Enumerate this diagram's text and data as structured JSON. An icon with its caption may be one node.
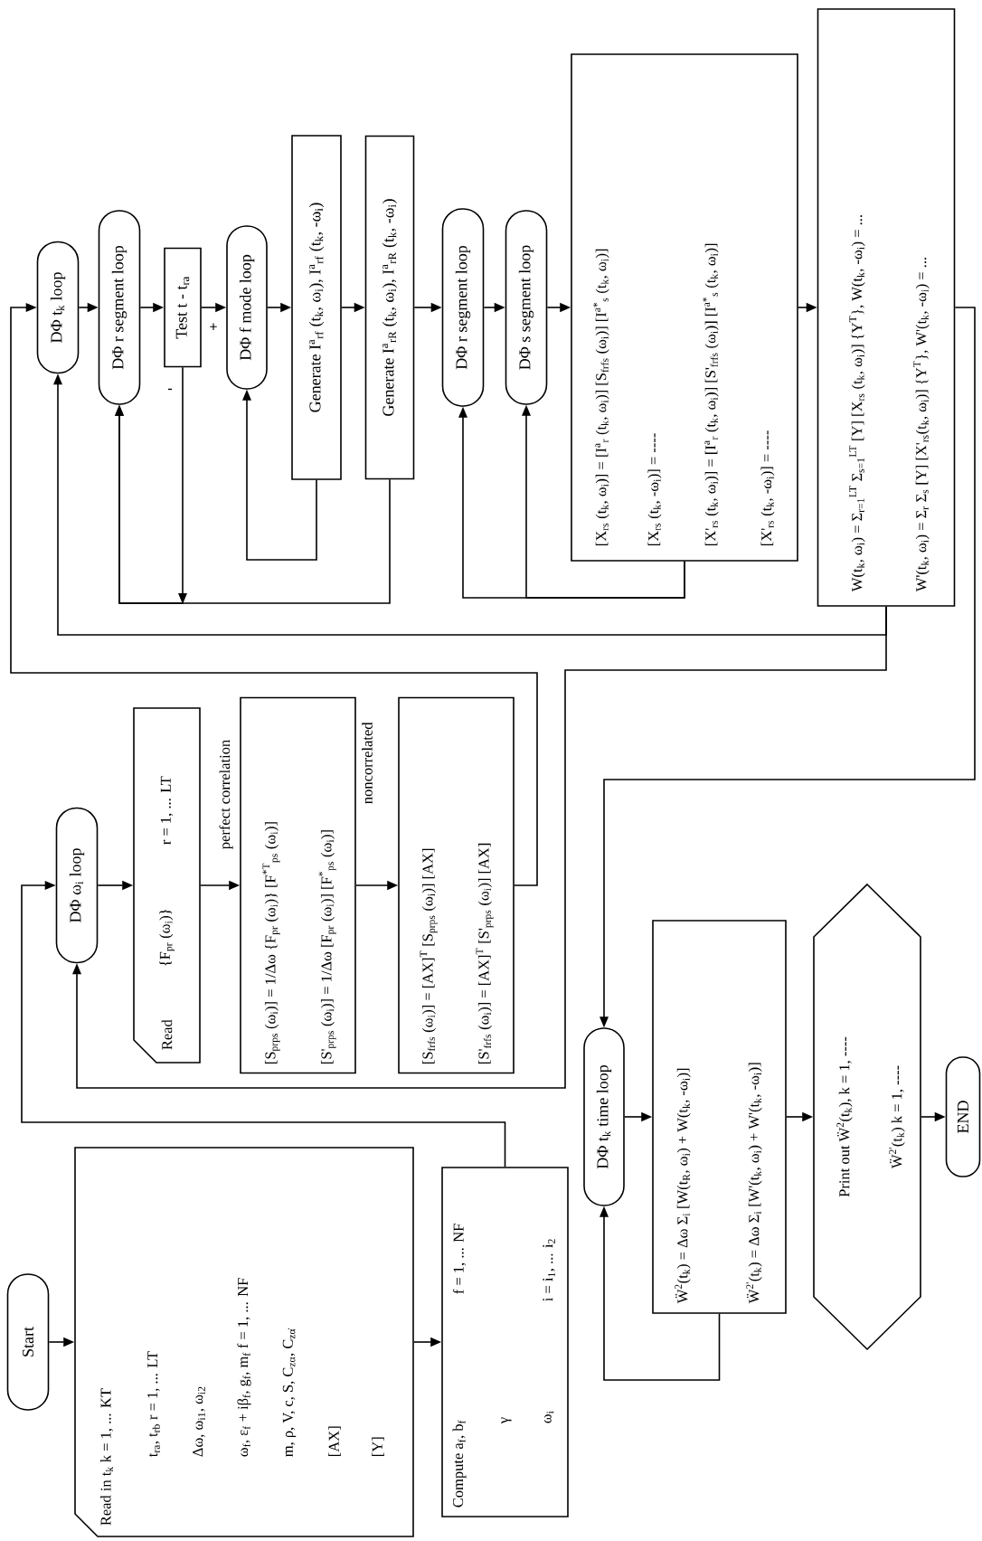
{
  "diagram": {
    "nodes": [
      {
        "text": [
          "Start"
        ]
      },
      {
        "text": [
          "Read in t$_{k}$ k = 1, ... KT",
          "t$_{ra}$, t$_{rb}$ r = 1, ... LT",
          "Δω, ω$_{i1}$, ω$_{i2}$",
          "ω$_{f}$, ε$_{f}$ + iβ$_{f}$, g$_{f}$, m$_{f}$ f = 1, ... NF",
          "m, ρ, V, c, S, C$_{zα}$, C$_{zα̇}$",
          "[AX]",
          "[Y]"
        ]
      },
      {
        "text": [
          "Compute a$_{f}$, b$_{f}$",
          "f = 1, ... NF",
          "γ",
          "ω$_{i}$",
          "i = i$_{1}$, ... i$_{2}$"
        ]
      },
      {
        "text": [
          "DΦ ω$_{i}$ loop"
        ]
      },
      {
        "text": [
          "Read",
          "{F$_{pr}$ (ω$_{i}$)}",
          "r = 1, ... LT"
        ]
      },
      {
        "text": [
          "[S$_{prps}$ (ω$_{i}$)] = 1/Δω {F$_{pr}$ (ω$_{i}$)} [F$^{*T}$$_{ps}$ (ω$_{i}$)]",
          "[S'$_{prps}$ (ω$_{i}$)] = 1/Δω [F$_{pr}$ (ω$_{i}$)] [F$^{*}$$_{ps}$ (ω$_{i}$)]"
        ],
        "beside": [
          "perfect correlation",
          "noncorrelated"
        ]
      },
      {
        "text": [
          "[S$_{frfs}$ (ω$_{i}$)] = [AX]$^{T}$ [S$_{prps}$ (ω$_{i}$)] [AX]",
          "[S'$_{frfs}$ (ω$_{i}$)] = [AX]$^{T}$ [S'$_{prps}$ (ω$_{i}$)] [AX]"
        ]
      },
      {
        "text": [
          "DΦ t$_{k}$ loop"
        ]
      },
      {
        "text": [
          "DΦ r segment loop"
        ]
      },
      {
        "text": [
          "Test t - t$_{ra}$"
        ]
      },
      {
        "text": [
          "DΦ f mode loop"
        ]
      },
      {
        "text": [
          "Generate I$^{a}$$_{rf}$ (t$_{k}$, ω$_{i}$), I$^{a}$$_{rf}$ (t$_{k}$, -ω$_{i}$)"
        ]
      },
      {
        "text": [
          "Generate I$^{a}$$_{rR}$ (t$_{k}$, ω$_{i}$), I$^{a}$$_{rR}$ (t$_{k}$, -ω$_{i}$)"
        ]
      },
      {
        "text": [
          "DΦ r segment loop"
        ]
      },
      {
        "text": [
          "DΦ s segment loop"
        ]
      },
      {
        "text": [
          "[X$_{rs}$ (t$_{k}$, ω$_{i}$)] = [I$^{a}$$_{r}$ (t$_{k}$, ω$_{i}$)] [S$_{frfs}$ (ω$_{i}$)] [I$^{a*}$$_{s}$ (t$_{k}$, ω$_{i}$)]",
          "[X$_{rs}$ (t$_{k}$, -ω$_{i}$)] = ----",
          "[X'$_{rs}$ (t$_{k}$, ω$_{i}$)] = [I$^{a}$$_{r}$ (t$_{k}$, ω$_{i}$)] [S'$_{frfs}$ (ω$_{i}$)] [I$^{a*}$$_{s}$ (t$_{k}$, ω$_{i}$)]",
          "[X'$_{rs}$ (t$_{k}$, -ω$_{i}$)] = ----"
        ]
      },
      {
        "text": [
          "W(t$_{k}$, ω$_{i}$) = Σ$_{r=1}$$^{LT}$ Σ$_{s=1}$$^{LT}$ [Y] [X$_{rs}$ (t$_{k}$, ω$_{i}$)] {Y$^{T}$}, W(t$_{k}$, -ω$_{i}$) = ...",
          "W'(t$_{k}$, ω$_{i}$) = Σ$_{r}$ Σ$_{s}$ [Y] [X'$_{rs}$(t$_{k}$, ω$_{i}$)] {Y$^{T}$}, W'(t$_{k}$, -ω$_{i}$) = ..."
        ]
      },
      {
        "text": [
          "DΦ t$_{k}$ time loop"
        ]
      },
      {
        "text": [
          "Ẅ$^{2}$(t$_{k}$) = Δω Σ$_{i}$ [W(t$_{R}$, ω$_{i}$) + W(t$_{k}$, -ω$_{i}$)]",
          "Ẅ$^{2'}$(t$_{k}$) = Δω Σ$_{i}$ [W'(t$_{k}$, ω$_{i}$) + W'(t$_{k}$, -ω$_{i}$)]"
        ]
      },
      {
        "text": [
          "Print out Ẅ$^{2}$(t$_{k}$), k = 1, ----",
          "Ẅ$^{2'}$(t$_{k}$) k = 1, ----"
        ]
      },
      {
        "text": [
          "END"
        ]
      }
    ],
    "edges": [
      {
        "from": 0,
        "to": 1,
        "arrow": "to"
      },
      {
        "from": 1,
        "to": 2,
        "arrow": "to"
      },
      {
        "from": 2,
        "to": 3,
        "arrow": "to"
      },
      {
        "from": 3,
        "to": 4,
        "arrow": "to"
      },
      {
        "from": 4,
        "to": 5,
        "arrow": "to"
      },
      {
        "from": 5,
        "to": 6,
        "arrow": "to"
      },
      {
        "from": 6,
        "to": 7,
        "arrow": "to"
      },
      {
        "from": 7,
        "to": 8,
        "arrow": "to"
      },
      {
        "from": 8,
        "to": 9,
        "arrow": "to"
      },
      {
        "from": 9,
        "to": 10,
        "arrow": "to",
        "label": "+"
      },
      {
        "from": 9,
        "to": 8,
        "arrow": "to",
        "label": "-"
      },
      {
        "from": 10,
        "to": 11,
        "arrow": "to"
      },
      {
        "from": 11,
        "to": 10,
        "arrow": "to"
      },
      {
        "from": 11,
        "to": 12,
        "arrow": "to"
      },
      {
        "from": 12,
        "to": 8,
        "arrow": "to"
      },
      {
        "from": 12,
        "to": 13,
        "arrow": "to"
      },
      {
        "from": 13,
        "to": 14,
        "arrow": "to"
      },
      {
        "from": 14,
        "to": 15,
        "arrow": "to"
      },
      {
        "from": 15,
        "to": 14,
        "arrow": "to"
      },
      {
        "from": 15,
        "to": 13,
        "arrow": "to"
      },
      {
        "from": 15,
        "to": 16,
        "arrow": "to"
      },
      {
        "from": 16,
        "to": 7,
        "arrow": "to"
      },
      {
        "from": 16,
        "to": 3,
        "arrow": "to"
      },
      {
        "from": 16,
        "to": 17,
        "arrow": "to"
      },
      {
        "from": 17,
        "to": 18,
        "arrow": "to"
      },
      {
        "from": 18,
        "to": 17,
        "arrow": "to"
      },
      {
        "from": 18,
        "to": 19,
        "arrow": "to"
      },
      {
        "from": 19,
        "to": 20,
        "arrow": "to"
      }
    ]
  }
}
